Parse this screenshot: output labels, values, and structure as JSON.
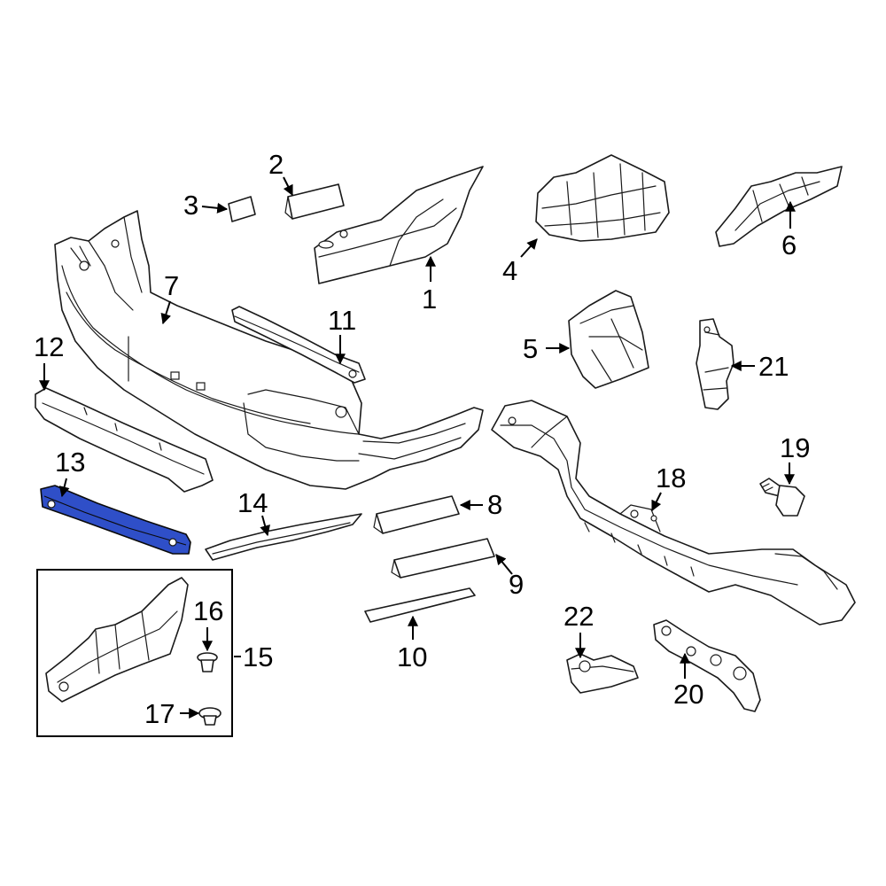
{
  "callouts": [
    {
      "id": "1",
      "label": "1"
    },
    {
      "id": "2",
      "label": "2"
    },
    {
      "id": "3",
      "label": "3"
    },
    {
      "id": "4",
      "label": "4"
    },
    {
      "id": "5",
      "label": "5"
    },
    {
      "id": "6",
      "label": "6"
    },
    {
      "id": "7",
      "label": "7"
    },
    {
      "id": "8",
      "label": "8"
    },
    {
      "id": "9",
      "label": "9"
    },
    {
      "id": "10",
      "label": "10"
    },
    {
      "id": "11",
      "label": "11"
    },
    {
      "id": "12",
      "label": "12"
    },
    {
      "id": "13",
      "label": "13"
    },
    {
      "id": "14",
      "label": "14"
    },
    {
      "id": "15",
      "label": "15"
    },
    {
      "id": "16",
      "label": "16"
    },
    {
      "id": "17",
      "label": "17"
    },
    {
      "id": "18",
      "label": "18"
    },
    {
      "id": "19",
      "label": "19"
    },
    {
      "id": "20",
      "label": "20"
    },
    {
      "id": "21",
      "label": "21"
    },
    {
      "id": "22",
      "label": "22"
    }
  ],
  "highlighted_part": "13",
  "colors": {
    "highlight": "#2f4fc8",
    "line": "#1a1a1a",
    "background": "#ffffff"
  }
}
